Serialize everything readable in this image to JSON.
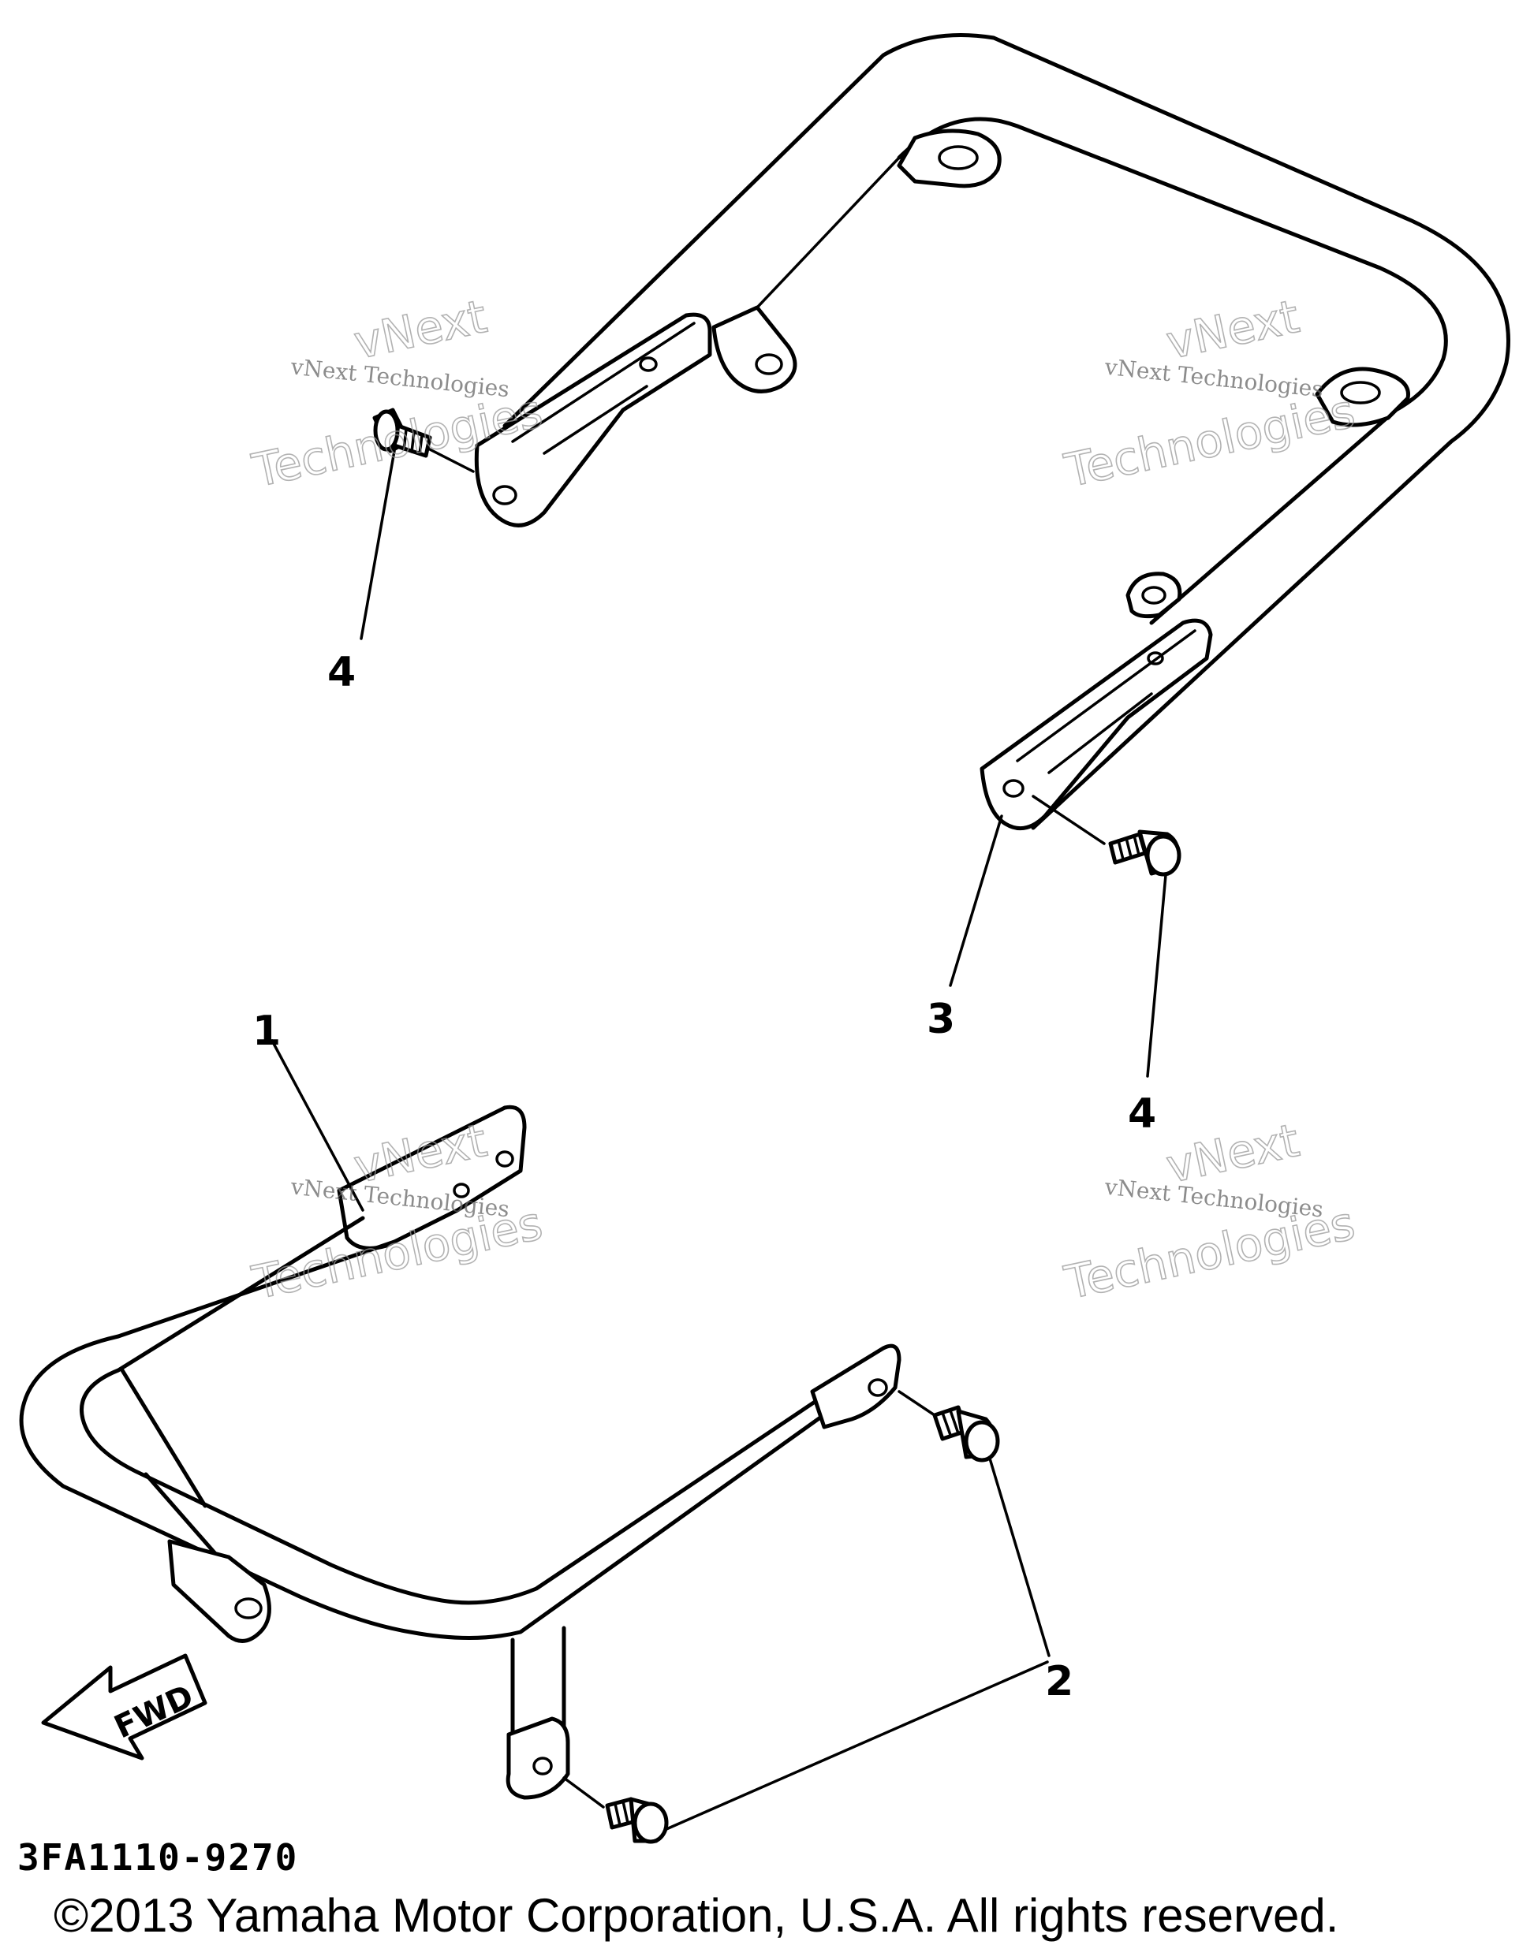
{
  "diagram": {
    "callouts": {
      "part_1": "1",
      "part_2": "2",
      "part_3": "3",
      "part_4_left": "4",
      "part_4_right": "4"
    },
    "direction_badge": "FWD",
    "drawing_code": "3FA1110-9270",
    "copyright": "©2013 Yamaha Motor Corporation, U.S.A. All rights reserved.",
    "watermark": {
      "line_small": "vNext Technologies",
      "line_big_1": "vNext",
      "line_big_2": "Technologies"
    }
  }
}
